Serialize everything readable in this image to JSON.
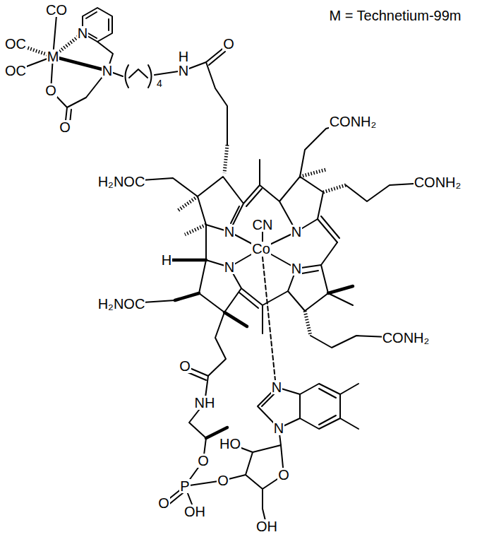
{
  "diagram": {
    "labels": [
      "M = Technetium-99m",
      "CO",
      "OC",
      "OC",
      "M",
      "N",
      "N",
      "O",
      "O",
      "4",
      "H",
      "N",
      "O",
      "CONH₂",
      "CONH₂",
      "H₂NOC",
      "N",
      "CN",
      "N",
      "Co",
      "H",
      "N",
      "N",
      "H₂NOC",
      "CONH₂",
      "O",
      "NH",
      "N",
      "N",
      "HO",
      "O",
      "O",
      "P",
      "O",
      "O",
      "OH",
      "OH"
    ]
  }
}
